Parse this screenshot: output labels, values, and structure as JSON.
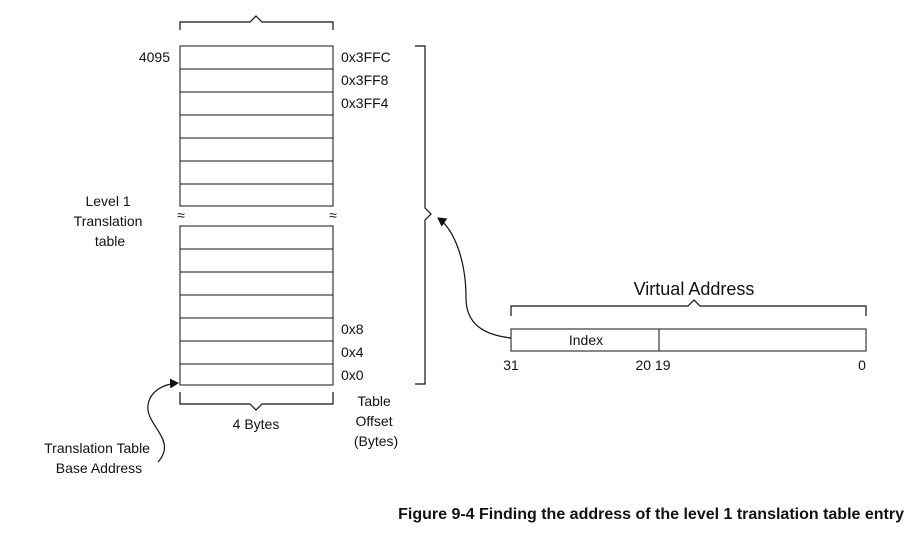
{
  "table": {
    "top_index_label": "4095",
    "side_label_lines": [
      "Level 1",
      "Translation",
      "table"
    ],
    "width_label": "4 Bytes",
    "offsets_top": [
      "0x3FFC",
      "0x3FF8",
      "0x3FF4"
    ],
    "offsets_bottom": [
      "0x8",
      "0x4",
      "0x0"
    ],
    "offset_axis_label_lines": [
      "Table",
      "Offset",
      "(Bytes)"
    ],
    "base_label_lines": [
      "Translation Table",
      "Base Address"
    ],
    "break_symbol": "≈"
  },
  "virtual_address": {
    "title": "Virtual Address",
    "field_index_label": "Index",
    "bit_31": "31",
    "bit_20_19": "20 19",
    "bit_0": "0"
  },
  "figure": {
    "caption": "Figure 9-4 Finding the address of the level 1 translation table entry"
  },
  "colors": {
    "line": "#111111",
    "background": "#ffffff"
  }
}
